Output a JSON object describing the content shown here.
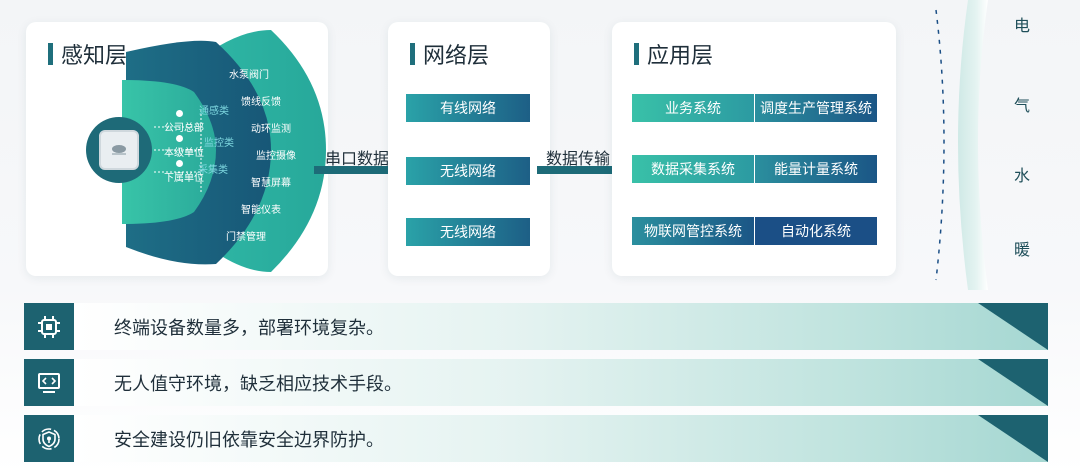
{
  "sense": {
    "title": "感知层",
    "devices": [
      "水泵阀门",
      "馈线反馈",
      "动环监测",
      "监控摄像",
      "智慧屏幕",
      "智能仪表",
      "门禁管理"
    ],
    "levels": [
      "公司总部",
      "本级单位",
      "下属单位"
    ],
    "categories": [
      "通感类",
      "监控类",
      "采集类"
    ]
  },
  "arrow1": {
    "label": "串口数据"
  },
  "network": {
    "title": "网络层",
    "items": [
      "有线网络",
      "无线网络",
      "无线网络"
    ]
  },
  "arrow2": {
    "label": "数据传输"
  },
  "app": {
    "title": "应用层",
    "items": [
      "业务系统",
      "调度生产管理系统",
      "数据采集系统",
      "能量计量系统",
      "物联网管控系统",
      "自动化系统"
    ]
  },
  "side": {
    "chars": [
      "电",
      "气",
      "水",
      "暖"
    ]
  },
  "problems": [
    {
      "icon": "chip-icon",
      "text": "终端设备数量多，部署环境复杂。"
    },
    {
      "icon": "monitor-code-icon",
      "text": "无人值守环境，缺乏相应技术手段。"
    },
    {
      "icon": "shield-icon",
      "text": "安全建设仍旧依靠安全边界防护。"
    }
  ],
  "colors": {
    "teal": "#2aa2a8",
    "navy": "#1d5f86",
    "dark": "#1d6270",
    "mint": "#39c1a8"
  }
}
